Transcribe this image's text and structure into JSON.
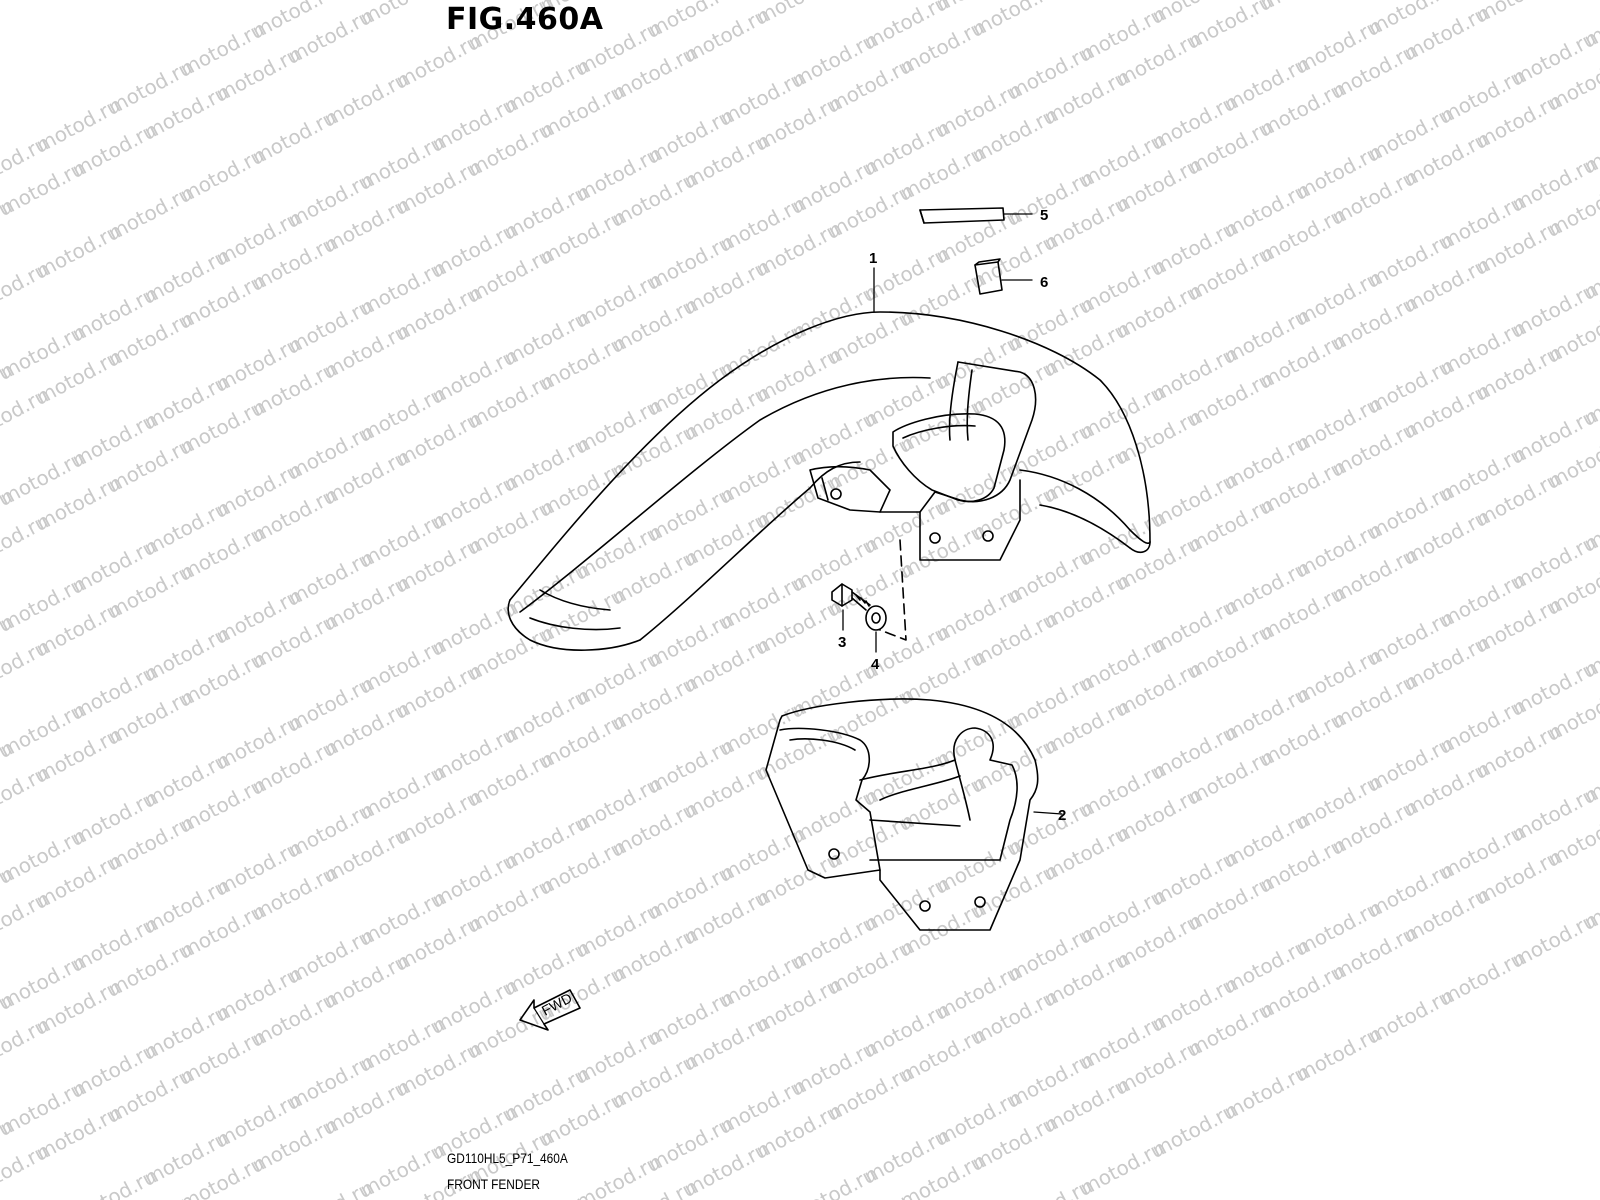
{
  "figure": {
    "title": "FIG.460A",
    "model_code": "GD110HL5_P71_460A",
    "section_name": "FRONT FENDER"
  },
  "watermark": {
    "text": "motod.ru",
    "color": "#c9c9c9"
  },
  "callouts": [
    {
      "number": "1",
      "part": "front-fender"
    },
    {
      "number": "2",
      "part": "fender-brace"
    },
    {
      "number": "3",
      "part": "bolt"
    },
    {
      "number": "4",
      "part": "washer"
    },
    {
      "number": "5",
      "part": "emblem-strip"
    },
    {
      "number": "6",
      "part": "cushion-block"
    }
  ],
  "direction_marker": {
    "label": "FWD"
  }
}
